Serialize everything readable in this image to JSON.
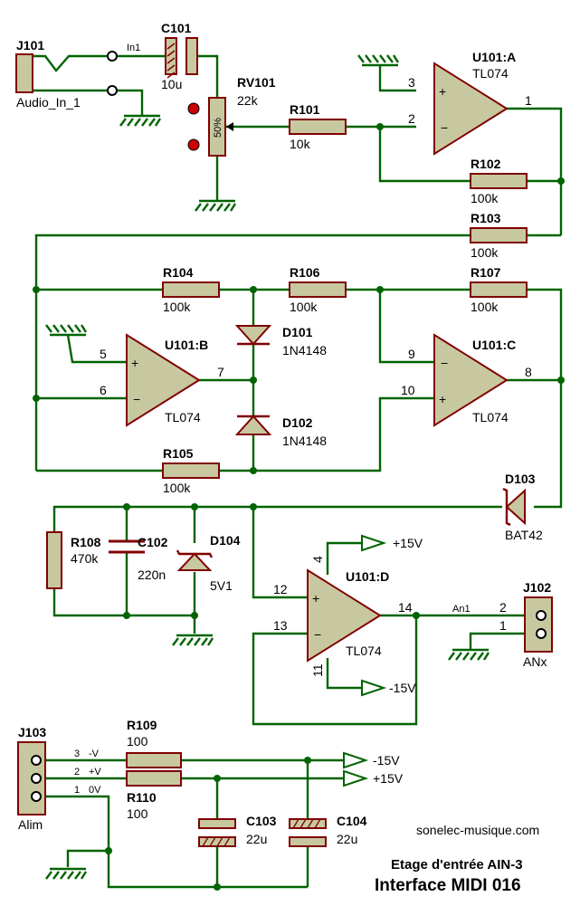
{
  "title_line1": "Etage d'entrée AIN-3",
  "title_line2": "Interface MIDI 016",
  "website": "sonelec-musique.com",
  "refs": {
    "J101": "J101",
    "C101": "C101",
    "RV101": "RV101",
    "R101": "R101",
    "R102": "R102",
    "R103": "R103",
    "R104": "R104",
    "R105": "R105",
    "R106": "R106",
    "R107": "R107",
    "R108": "R108",
    "R109": "R109",
    "R110": "R110",
    "C102": "C102",
    "C103": "C103",
    "C104": "C104",
    "D101": "D101",
    "D102": "D102",
    "D103": "D103",
    "D104": "D104",
    "J102": "J102",
    "J103": "J103",
    "U101A": "U101:A",
    "U101B": "U101:B",
    "U101C": "U101:C",
    "U101D": "U101:D"
  },
  "values": {
    "J101": "Audio_In_1",
    "C101": "10u",
    "RV101": "22k",
    "RV101_pos": "50%",
    "R101": "10k",
    "R102": "100k",
    "R103": "100k",
    "R104": "100k",
    "R105": "100k",
    "R106": "100k",
    "R107": "100k",
    "R108": "470k",
    "R109": "100",
    "R110": "100",
    "C102": "220n",
    "C103": "22u",
    "C104": "22u",
    "D101": "1N4148",
    "D102": "1N4148",
    "D103": "BAT42",
    "D104": "5V1",
    "J102": "ANx",
    "J103": "Alim",
    "U101A": "TL074",
    "U101B": "TL074",
    "U101C": "TL074",
    "U101D": "TL074"
  },
  "nets": {
    "in1": "In1",
    "an1": "An1",
    "pos15": "+15V",
    "neg15": "-15V"
  },
  "pins": {
    "a_plus": "3",
    "a_minus": "2",
    "a_out": "1",
    "b_plus": "5",
    "b_minus": "6",
    "b_out": "7",
    "c_minus": "9",
    "c_plus": "10",
    "c_out": "8",
    "d_plus": "12",
    "d_minus": "13",
    "d_out": "14",
    "d_vpos": "4",
    "d_vneg": "11",
    "j102_2": "2",
    "j102_1": "1",
    "j103_3": "3",
    "j103_2": "2",
    "j103_1": "1"
  },
  "j103_pins": {
    "p3": "-V",
    "p2": "+V",
    "p1": "0V"
  },
  "opamp_signs": {
    "plus": "+",
    "minus": "−"
  },
  "colors": {
    "wire": "#006400",
    "component_body": "#c8c8a0",
    "component_border": "#800000",
    "pin_terminal": "#cc0000"
  }
}
